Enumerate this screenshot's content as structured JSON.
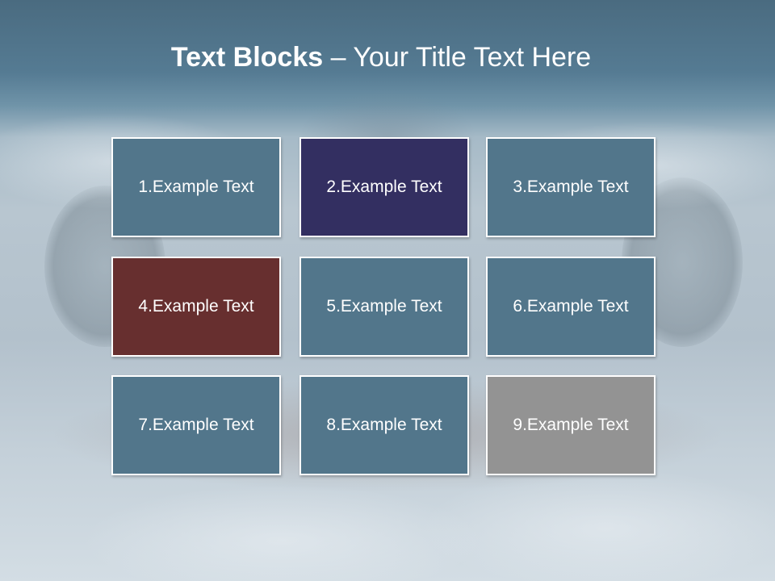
{
  "title": {
    "bold": "Text Blocks",
    "rest": " – Your Title Text Here"
  },
  "blocks": [
    {
      "label": "1.Example Text",
      "color": "#52768b"
    },
    {
      "label": "2.Example Text",
      "color": "#332f61"
    },
    {
      "label": "3.Example Text",
      "color": "#52768b"
    },
    {
      "label": "4.Example Text",
      "color": "#672f2f"
    },
    {
      "label": "5.Example Text",
      "color": "#52768b"
    },
    {
      "label": "6.Example Text",
      "color": "#52768b"
    },
    {
      "label": "7.Example Text",
      "color": "#52768b"
    },
    {
      "label": "8.Example Text",
      "color": "#52768b"
    },
    {
      "label": "9.Example Text",
      "color": "#939393"
    }
  ]
}
